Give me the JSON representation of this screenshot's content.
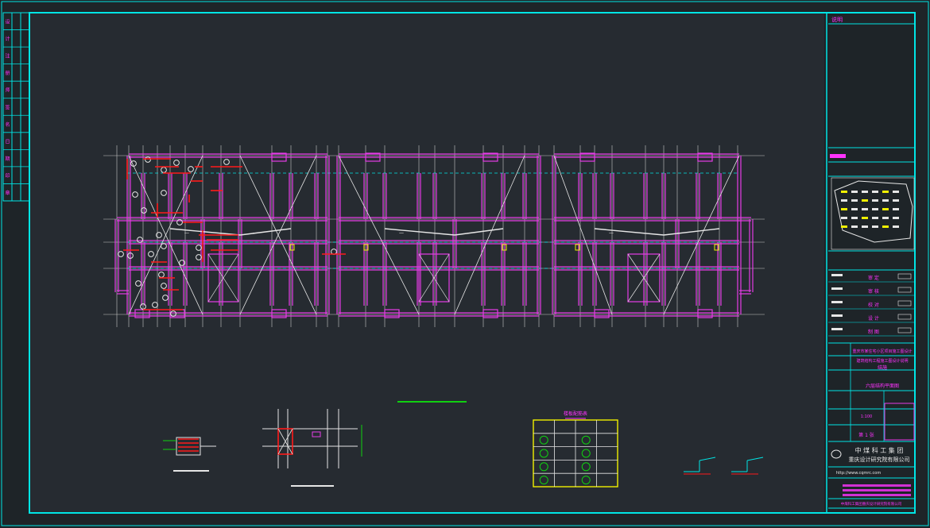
{
  "colors": {
    "background": "#262b31",
    "frame": "#00e5e5",
    "wall": "#e63ce6",
    "grid": "#c8c8c8",
    "rebar": "#ff1a1a",
    "anchor": "#e6e6e6",
    "green": "#10d010",
    "yellow": "#f0f000",
    "magenta_text": "#ff33ff",
    "white_text": "#e6e6e6"
  },
  "drawing": {
    "left_strip": [
      "设",
      "计",
      "注",
      "册",
      "师",
      "签",
      "名",
      "日",
      "期",
      "印",
      "章"
    ],
    "plan_labels": [
      "一",
      "一",
      "一",
      "一",
      "一",
      "一"
    ],
    "title_block": {
      "header": "说明",
      "rows": [
        {
          "label": "审 定",
          "value": ""
        },
        {
          "label": "审 核",
          "value": ""
        },
        {
          "label": "校 对",
          "value": ""
        },
        {
          "label": "设 计",
          "value": ""
        },
        {
          "label": "制 图",
          "value": ""
        }
      ],
      "project_line1": "重庆市某住宅小区项目施工图设计",
      "project_line2": "建筑结构工程施工图设计说明",
      "drawing_no": "结施",
      "drawing_title": "六层结构平面图",
      "scale": "1:100",
      "sheet": "第 1 张",
      "company_name": "中 煤 科 工 集 团",
      "company_sub": "重庆设计研究院有限公司",
      "website": "http://www.cqmrc.com",
      "footer": "中煤科工集团重庆设计研究院有限公司"
    },
    "table_title": "楼板配筋表"
  }
}
